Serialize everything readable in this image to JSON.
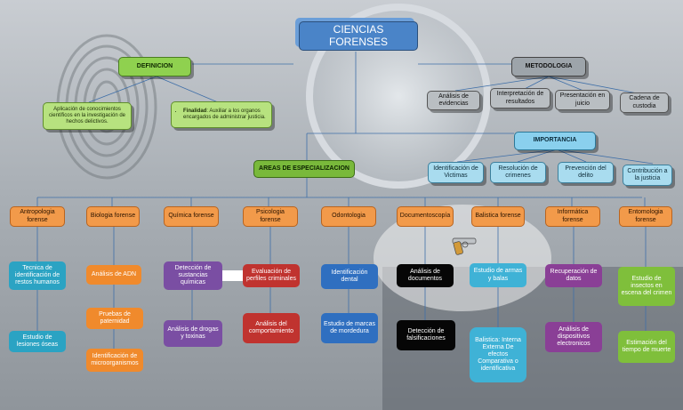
{
  "title": "CIENCIAS FORENSES",
  "definicion": {
    "label": "DEFINICION",
    "text1": "Aplicación de conocimientos científicos en la investigación de hechos delictivos.",
    "text2_bold": "Finalidad",
    "text2": ": Auxiliar a los organos encargados de administrar justicia."
  },
  "metodologia": {
    "label": "METODOLOGIA",
    "items": [
      "Análisis de evidencias",
      "Interpretación de resultados",
      "Presentación en juicio",
      "Cadena de custodia"
    ]
  },
  "importancia": {
    "label": "IMPORTANCIA",
    "items": [
      "Identificación de Victimas",
      "Resolución de crimenes",
      "Prevención del delito",
      "Contribución a la justicia"
    ]
  },
  "areas": {
    "label": "AREAS DE ESPECIALIZACION",
    "columns": [
      {
        "header": "Antropologia forense",
        "items": [
          "Tecnica de identificación de restos humanos",
          "Estudio de lesiones óseas"
        ]
      },
      {
        "header": "Biologia forense",
        "items": [
          "Análisis de ADN",
          "Pruebas de paternidad",
          "Identificación de microorganismos"
        ]
      },
      {
        "header": "Química forense",
        "items": [
          "Detección de sustancias químicas",
          "Análisis de drogas y toxinas"
        ]
      },
      {
        "header": "Psicologia forense",
        "items": [
          "Evaluación de perfiles criminales",
          "Análisis del comportamiento"
        ]
      },
      {
        "header": "Odontologia",
        "items": [
          "Identificación dental",
          "Estudio de marcas de mordedura"
        ]
      },
      {
        "header": "Documentoscopía",
        "items": [
          "Análisis de documentos",
          "Detección de falsificaciones"
        ]
      },
      {
        "header": "Balistica forense",
        "items": [
          "Estudio de armas y balas",
          "Balistica: Interna Externa De efectos Comparativa o identificativa"
        ]
      },
      {
        "header": "Informática forense",
        "items": [
          "Recuperación de datos",
          "Análisis de dispositivos electronicos"
        ]
      },
      {
        "header": "Entomologia forense",
        "items": [
          "Estudio de insectos en escena del crimen",
          "Estimación del tiempo de muerte"
        ]
      }
    ]
  },
  "colors": {
    "line": "#3f6fa8",
    "title_bg": "#4a84c8",
    "green": "#8fd14f",
    "orange_header": "#f29a4a"
  }
}
